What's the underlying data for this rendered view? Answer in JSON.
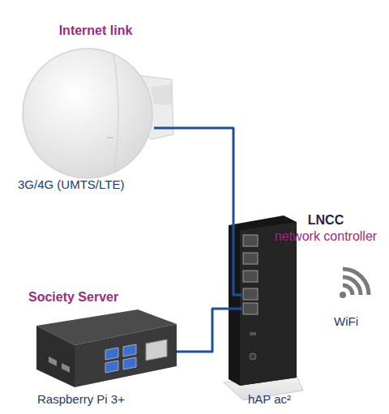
{
  "diagram": {
    "nodes": [
      {
        "text": [
          "Internet link",
          "3G/4G (UMTS/LTE)"
        ]
      },
      {
        "text": [
          "LNCC",
          "network controller",
          "hAP ac²"
        ]
      },
      {
        "text": [
          "Society Server",
          "Raspberry Pi 3+"
        ]
      }
    ],
    "edges": [
      {
        "from": 0,
        "to": 1,
        "arrow": "none"
      },
      {
        "from": 2,
        "to": 1,
        "arrow": "none"
      }
    ],
    "labels": [
      "WiFi"
    ]
  }
}
